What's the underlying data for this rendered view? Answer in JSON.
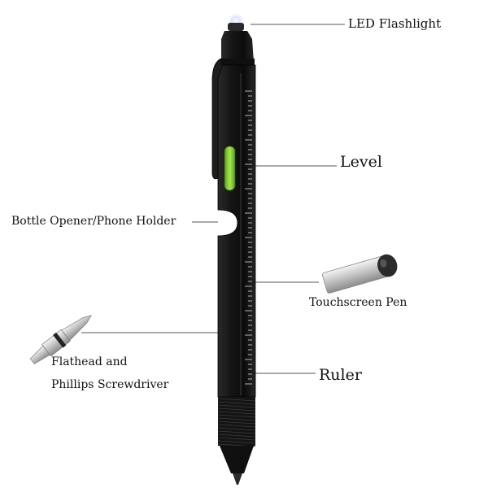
{
  "labels": {
    "led": "LED Flashlight",
    "level": "Level",
    "bottle": "Bottle Opener/Phone Holder",
    "touchscreen": "Touchscreen Pen",
    "flathead": "Flathead and",
    "phillips": "Phillips Screwdriver",
    "ruler": "Ruler"
  },
  "colors": {
    "background": "#ffffff",
    "pen_body": "#151515",
    "level_vial": "#8fd63a",
    "leader_line": "#555555",
    "stylus_silver": "#c9c9c9",
    "led_glow": "#e8ecff"
  }
}
